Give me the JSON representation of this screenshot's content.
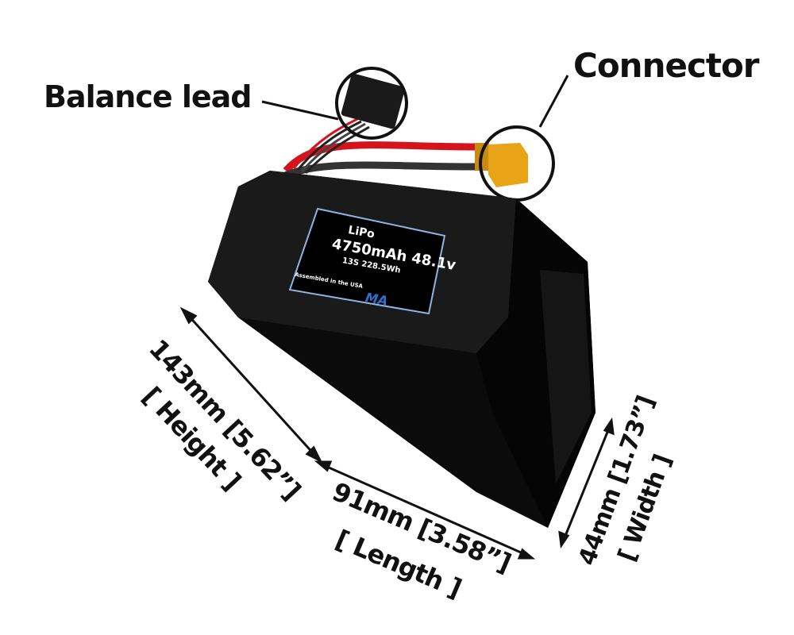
{
  "callouts": {
    "balance_lead": "Balance lead",
    "connector": "Connector"
  },
  "battery_label": {
    "chemistry": "LiPo",
    "capacity_voltage": "4750mAh 48.1v",
    "config_energy": "13S 228.5Wh",
    "assembled": "Assembled in the USA",
    "logo": "MA"
  },
  "dimensions": {
    "height": {
      "value": "143mm [5.62”]",
      "name": "[ Height ]"
    },
    "length": {
      "value": "91mm [3.58”]",
      "name": "[ Length ]"
    },
    "width": {
      "value": "44mm [1.73”]",
      "name": "[ Width ]"
    }
  },
  "colors": {
    "label_border": "#8fb4e0",
    "connector": "#e8a317",
    "red_wire": "#d4141c",
    "logo": "#2e6fd0"
  }
}
